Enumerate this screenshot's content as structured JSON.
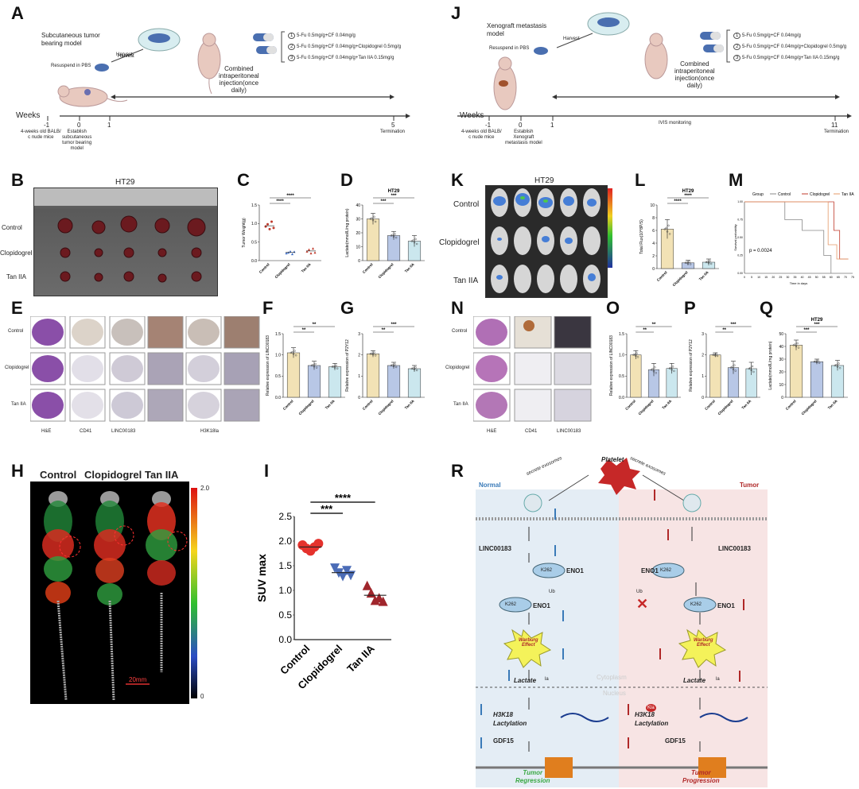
{
  "labels": {
    "A": "A",
    "B": "B",
    "C": "C",
    "D": "D",
    "E": "E",
    "F": "F",
    "G": "G",
    "H": "H",
    "I": "I",
    "J": "J",
    "K": "K",
    "L": "L",
    "M": "M",
    "N": "N",
    "O": "O",
    "P": "P",
    "Q": "Q",
    "R": "R"
  },
  "panelA": {
    "model_title": "Subcutaneous tumor\nbearing model",
    "harvest": "Harvest",
    "resuspend": "Resuspend in PBS",
    "combined": "Combined\nintraperitoneal\ninjection(once\ndaily)",
    "regimens": [
      "5-Fu 0.5mg/g+CF 0.04mg/g",
      "5-Fu 0.5mg/g+CF 0.04mg/g+Clopidogrel 0.5mg/g",
      "5-Fu 0.5mg/g+CF 0.04mg/g+Tan IIA 0.15mg/g"
    ],
    "weeks": "Weeks",
    "ticks": [
      "-1",
      "0",
      "1",
      "5"
    ],
    "tick_notes": [
      "4-weeks old BALB/\nc nude mice",
      "Establish\nsubcutaneous\ntumor bearing\nmodel",
      "",
      "Termination"
    ]
  },
  "panelJ": {
    "model_title": "Xenograft metastasis\nmodel",
    "harvest": "Harvest",
    "resuspend": "Resuspend in PBS",
    "combined": "Combined\nintraperitoneal\ninjection(once\ndaily)",
    "regimens": [
      "5-Fu 0.5mg/g+CF 0.04mg/g",
      "5-Fu 0.5mg/g+CF 0.04mg/g+Clopidogrel 0.5mg/g",
      "5-Fu 0.5mg/g+CF 0.04mg/g+Tan IIA 0.15mg/g"
    ],
    "weeks": "Weeks",
    "ticks": [
      "-1",
      "0",
      "1",
      "11"
    ],
    "tick_notes": [
      "4-weeks old BALB/\nc nude mice",
      "Establish\nXenograft\nmetastasis model",
      "",
      "Termination"
    ],
    "ivis": "IVIS monitoring"
  },
  "panelB": {
    "title": "HT29",
    "rows": [
      "Control",
      "Clopidogrel",
      "Tan IIA"
    ]
  },
  "panelE": {
    "rows": [
      "Control",
      "Clopidogrel",
      "Tan IIA"
    ],
    "cols": [
      "H&E",
      "CD41",
      "LINC00183",
      "H3K18la"
    ]
  },
  "panelK": {
    "title": "HT29",
    "rows": [
      "Control",
      "Clopidogrel",
      "Tan IIA"
    ]
  },
  "panelN": {
    "rows": [
      "Control",
      "Clopidogrel",
      "Tan IIA"
    ],
    "cols": [
      "H&E",
      "CD41",
      "LINC00183"
    ]
  },
  "panelH": {
    "cols": [
      "Control",
      "Clopidogrel",
      "Tan IIA"
    ],
    "scale_max": "2.0",
    "scale_min": "0",
    "scale_bar": "20mm"
  },
  "groups": [
    "Control",
    "Clopidogrel",
    "Tan IIA"
  ],
  "chart_data": [
    {
      "id": "C",
      "type": "scatter",
      "title": "",
      "ylabel": "Tumor Weight(g)",
      "ylim": [
        0,
        1.5
      ],
      "yticks": [
        "0.0",
        "0.5",
        "1.0",
        "1.5"
      ],
      "categories": [
        "Control",
        "Clopidogrel",
        "Tan IIA"
      ],
      "values": [
        [
          0.92,
          0.98,
          0.85,
          1.05,
          0.88
        ],
        [
          0.2,
          0.22,
          0.25,
          0.18,
          0.24
        ],
        [
          0.25,
          0.3,
          0.2,
          0.33,
          0.22
        ]
      ],
      "means": [
        0.94,
        0.22,
        0.26
      ],
      "sig": [
        "****",
        "****"
      ],
      "color": "#c0392b"
    },
    {
      "id": "D",
      "type": "bar",
      "title": "HT29",
      "ylabel": "Lactate(mmol/L/mg protein)",
      "ylim": [
        0,
        40
      ],
      "yticks": [
        "0",
        "10",
        "20",
        "30",
        "40"
      ],
      "categories": [
        "Control",
        "Clopidogrel",
        "Tan IIA"
      ],
      "values": [
        30,
        18,
        14
      ],
      "errors": [
        4,
        3,
        4
      ],
      "sig": [
        "***",
        "***"
      ],
      "colors": [
        "#f2e2b5",
        "#b8c7e6",
        "#cbe7ee"
      ]
    },
    {
      "id": "F",
      "type": "bar",
      "title": "",
      "ylabel": "Relative expression of LINC00183",
      "ylim": [
        0,
        1.5
      ],
      "yticks": [
        "0.0",
        "0.5",
        "1.0",
        "1.5"
      ],
      "categories": [
        "Control",
        "Clopidogrel",
        "Tan IIA"
      ],
      "values": [
        1.05,
        0.75,
        0.72
      ],
      "errors": [
        0.12,
        0.1,
        0.08
      ],
      "sig": [
        "**",
        "**"
      ],
      "colors": [
        "#f2e2b5",
        "#b8c7e6",
        "#cbe7ee"
      ]
    },
    {
      "id": "G",
      "type": "bar",
      "title": "",
      "ylabel": "Relative expression of P2Y12",
      "ylim": [
        0,
        3
      ],
      "yticks": [
        "0",
        "1",
        "2",
        "3"
      ],
      "categories": [
        "Control",
        "Clopidogrel",
        "Tan IIA"
      ],
      "values": [
        2.05,
        1.5,
        1.35
      ],
      "errors": [
        0.15,
        0.15,
        0.15
      ],
      "sig": [
        "**",
        "***"
      ],
      "colors": [
        "#f2e2b5",
        "#b8c7e6",
        "#cbe7ee"
      ]
    },
    {
      "id": "L",
      "type": "bar",
      "title": "HT29",
      "ylabel": "Total Flux(10^8P/S)",
      "ylim": [
        0,
        10
      ],
      "yticks": [
        "0",
        "2",
        "4",
        "6",
        "8",
        "10"
      ],
      "categories": [
        "Control",
        "Clopidogrel",
        "Tan IIA"
      ],
      "values": [
        6.2,
        0.9,
        1.0
      ],
      "errors": [
        1.5,
        0.4,
        0.5
      ],
      "sig": [
        "****",
        "****"
      ],
      "colors": [
        "#f2e2b5",
        "#b8c7e6",
        "#cbe7ee"
      ]
    },
    {
      "id": "O",
      "type": "bar",
      "title": "",
      "ylabel": "Relative expression of LINC00183",
      "ylim": [
        0,
        1.5
      ],
      "yticks": [
        "0.0",
        "0.5",
        "1.0",
        "1.5"
      ],
      "categories": [
        "Control",
        "Clopidogrel",
        "Tan IIA"
      ],
      "values": [
        1.0,
        0.65,
        0.68
      ],
      "errors": [
        0.1,
        0.15,
        0.12
      ],
      "sig": [
        "**",
        "**"
      ],
      "colors": [
        "#f2e2b5",
        "#b8c7e6",
        "#cbe7ee"
      ]
    },
    {
      "id": "P",
      "type": "bar",
      "title": "",
      "ylabel": "Relative expression of P2Y12",
      "ylim": [
        0,
        3
      ],
      "yticks": [
        "0",
        "1",
        "2",
        "3"
      ],
      "categories": [
        "Control",
        "Clopidogrel",
        "Tan IIA"
      ],
      "values": [
        2.0,
        1.4,
        1.35
      ],
      "errors": [
        0.1,
        0.3,
        0.3
      ],
      "sig": [
        "**",
        "***"
      ],
      "colors": [
        "#f2e2b5",
        "#b8c7e6",
        "#cbe7ee"
      ]
    },
    {
      "id": "Q",
      "type": "bar",
      "title": "HT29",
      "ylabel": "Lactate(mmol/L/mg protein)",
      "ylim": [
        0,
        50
      ],
      "yticks": [
        "0",
        "10",
        "20",
        "30",
        "40",
        "50"
      ],
      "categories": [
        "Control",
        "Clopidogrel",
        "Tan IIA"
      ],
      "values": [
        41,
        28,
        25
      ],
      "errors": [
        4,
        2,
        4
      ],
      "sig": [
        "***",
        "***"
      ],
      "colors": [
        "#f2e2b5",
        "#b8c7e6",
        "#cbe7ee"
      ]
    },
    {
      "id": "I",
      "type": "scatter",
      "title": "",
      "ylabel": "SUV max",
      "ylim": [
        0,
        2.5
      ],
      "yticks": [
        "0.0",
        "0.5",
        "1.0",
        "1.5",
        "2.0",
        "2.5"
      ],
      "categories": [
        "Control",
        "Clopidogrel",
        "Tan IIA"
      ],
      "values": [
        [
          1.92,
          1.85,
          1.8,
          1.88,
          1.95
        ],
        [
          1.45,
          1.35,
          1.28,
          1.4,
          1.3
        ],
        [
          1.1,
          0.95,
          0.8,
          0.85,
          0.78
        ]
      ],
      "means": [
        1.88,
        1.36,
        0.9
      ],
      "sig": [
        "***",
        "****"
      ],
      "colors": [
        "#e5322d",
        "#4b6cb7",
        "#a0262c"
      ],
      "markers": [
        "circle",
        "triangle-down",
        "triangle"
      ]
    },
    {
      "id": "M",
      "type": "line",
      "title": "",
      "legend_title": "Group",
      "series": [
        {
          "name": "Control",
          "color": "#888"
        },
        {
          "name": "Clopidogrel",
          "color": "#c0392b"
        },
        {
          "name": "Tan IIA",
          "color": "#e59866"
        }
      ],
      "ylabel": "Survival probability",
      "xlabel": "Time in days",
      "pvalue": "p = 0.0024",
      "xticks": [
        "0",
        "5",
        "10",
        "15",
        "20",
        "25",
        "30",
        "35",
        "40",
        "45",
        "50",
        "55",
        "60",
        "65",
        "70",
        "75"
      ],
      "yticks": [
        "0.00",
        "0.25",
        "0.50",
        "0.75",
        "1.00"
      ]
    }
  ],
  "panelR": {
    "platelet": "Platelet",
    "secrete_left": "secrete exosomes",
    "secrete_right": "secrete exosomes",
    "normal": "Normal",
    "tumor": "Tumor",
    "linc_left": "LINC00183",
    "linc_right": "LINC00183",
    "eno1": "ENO1",
    "k262": "K262",
    "ub": "Ub",
    "warburg": "Warburg\nEffect",
    "lactate": "Lactate",
    "la": "la",
    "cytoplasm": "Cytoplasm",
    "nucleus": "Nucleus",
    "h3k18": "H3K18\nLactylation",
    "kla": "Kla",
    "gdf15": "GDF15",
    "regression": "Tumor\nRegression",
    "progression": "Tumor\nProgression"
  }
}
